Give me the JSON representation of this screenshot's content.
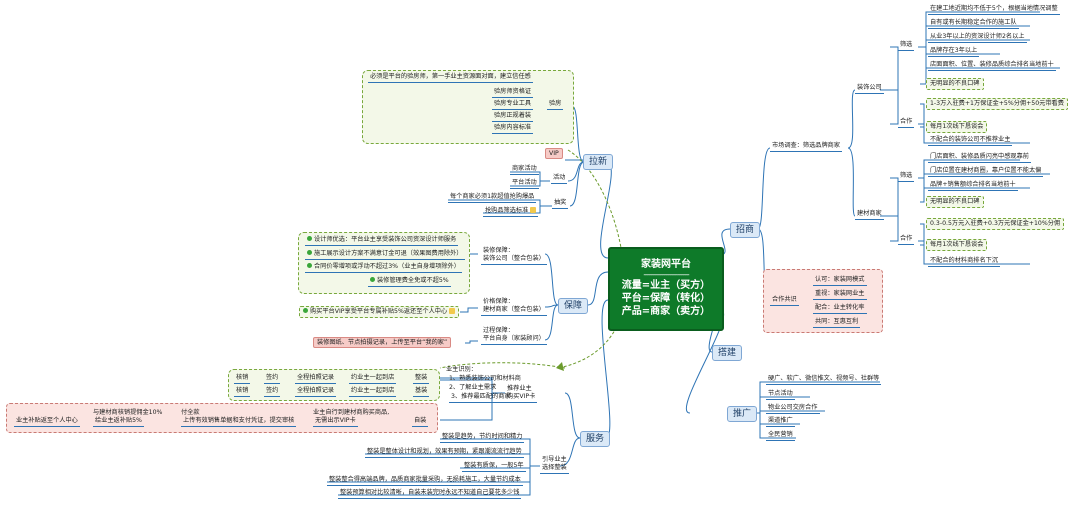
{
  "center": {
    "title": "家装网平台",
    "divider": "------------------------",
    "lines": [
      "流量=业主（买方）",
      "平台=保障（转化）",
      "产品=商家（卖方）"
    ]
  },
  "branches": {
    "laxin": {
      "label": "拉新",
      "top_note": "必须是平台的验房师，第一手业主资源面对面，建立信任感",
      "yanfang": "验房",
      "yanfang_items": [
        "验房师资格证",
        "验房专业工具",
        "验房正规着装",
        "验房内容标准"
      ],
      "vip": "VIP",
      "huodong": "活动",
      "huodong_items": [
        "商家活动",
        "平台活动"
      ],
      "choujiang": "抽奖",
      "choujiang_items": [
        "每个商家必须1款超值抢购爆品",
        "抢购品筛选标准"
      ]
    },
    "baozhang": {
      "label": "保障",
      "g1_label": "装修保障：\n装饰公司（整合包装）",
      "g1_items": [
        "设计师优选：平台业主享受装饰公司资深设计师服务",
        "施工展示设计方案不满意订金可退（效果图费用除外）",
        "合同价零增项或浮动不超过3%（业主自身增项除外）",
        "装修管理费全免或不超5%"
      ],
      "g2_label": "价格保障：\n建材商家（整合包装）",
      "g2_item": "购买平台VIP享受平台专属补贴5%返还至个人中心",
      "g3_label": "过程保障：\n平台自身（家装顾问）",
      "g3_item": "装修图纸、节点拍摄记录，上传至平台“我的家”"
    },
    "fuwu": {
      "label": "服务",
      "buyer_label": "推荐业主\n购买VIP卡",
      "shibie_title": "业主识别：",
      "shibie_items": [
        "1、熟悉装饰公司和材料商",
        "2、了解业主需求",
        "3、推荐最匹配的商家"
      ],
      "row1": [
        "核销",
        "签约",
        "全程拍照记录",
        "约业主一起到店",
        "整装"
      ],
      "row2": [
        "核销",
        "签约",
        "全程拍照记录",
        "约业主一起到店",
        "基装"
      ],
      "settle_left": "业主补贴返至个人中心",
      "settle_mid": [
        "与建材商核销提佣金10%",
        "给业主返补贴5%"
      ],
      "settle_pay": [
        "付全款",
        "上传有效销售单据和支付凭证，提交审核"
      ],
      "settle_right": [
        "业主自行到建材商购买商品,",
        "无需出示VIP卡"
      ],
      "settle_tag": "自装",
      "guide_label": "引导业主\n选择整装",
      "guide_items": [
        "整装是趋势，节约时间和精力",
        "整装是整体设计和规划，效果有预期，紧跟潮流流行趋势",
        "整装有质保，一般5年",
        "整装整合得高端品牌，品质商家批量采购，无损耗施工，大量节约成本",
        "整装预算相对比较清晰，自装未装完时永远不知道自己要花多少钱"
      ]
    },
    "zhaoshang": {
      "label": "招商",
      "market": "市场调查：筛选品牌商家",
      "zsgs": "装饰公司",
      "zsgs_filter": "筛选",
      "zsgs_filter_items": [
        "在建工地近期均不低于5个，根据当地情况调整",
        "自有或有长期稳定合作的施工队",
        "从业3年以上的资深设计师2名以上",
        "品牌存在3年以上",
        "店面面积、位置、装修品质综合排名当地前十",
        "无明显的不良口碑"
      ],
      "zsgs_coop": "合作",
      "zsgs_coop_items": [
        "1-3万入驻费+1万保证金+5%分佣+50元带看费",
        "每月1次线下恳谈会",
        "不配合的装饰公司不推荐业主"
      ],
      "jcsj": "建材商家",
      "jcsj_filter": "筛选",
      "jcsj_filter_items": [
        "门店面积、装修品质闪亮中感观靠前",
        "门店位置在建材商圈，靠户位置不能太偏",
        "品牌+销售额综合排名当地前十",
        "无明显的不良口碑"
      ],
      "jcsj_coop": "合作",
      "jcsj_coop_items": [
        "0.3-0.5万元入驻费+0.3万元保证金+10%分佣",
        "每月1次线下恳谈会",
        "不配合的材料商排名下沉"
      ],
      "consensus": "合作共识",
      "consensus_items": [
        "认可：家装网模式",
        "重视：家装网业主",
        "配合：业主转化率",
        "共同：互惠互利"
      ]
    },
    "dajian": {
      "label": "搭建"
    },
    "tuiguang": {
      "label": "推广",
      "items": [
        "硬广、软广、微信推文、视频号、社群等",
        "节点活动",
        "物业公司交房合作",
        "渠道推广",
        "全民营销"
      ]
    }
  }
}
